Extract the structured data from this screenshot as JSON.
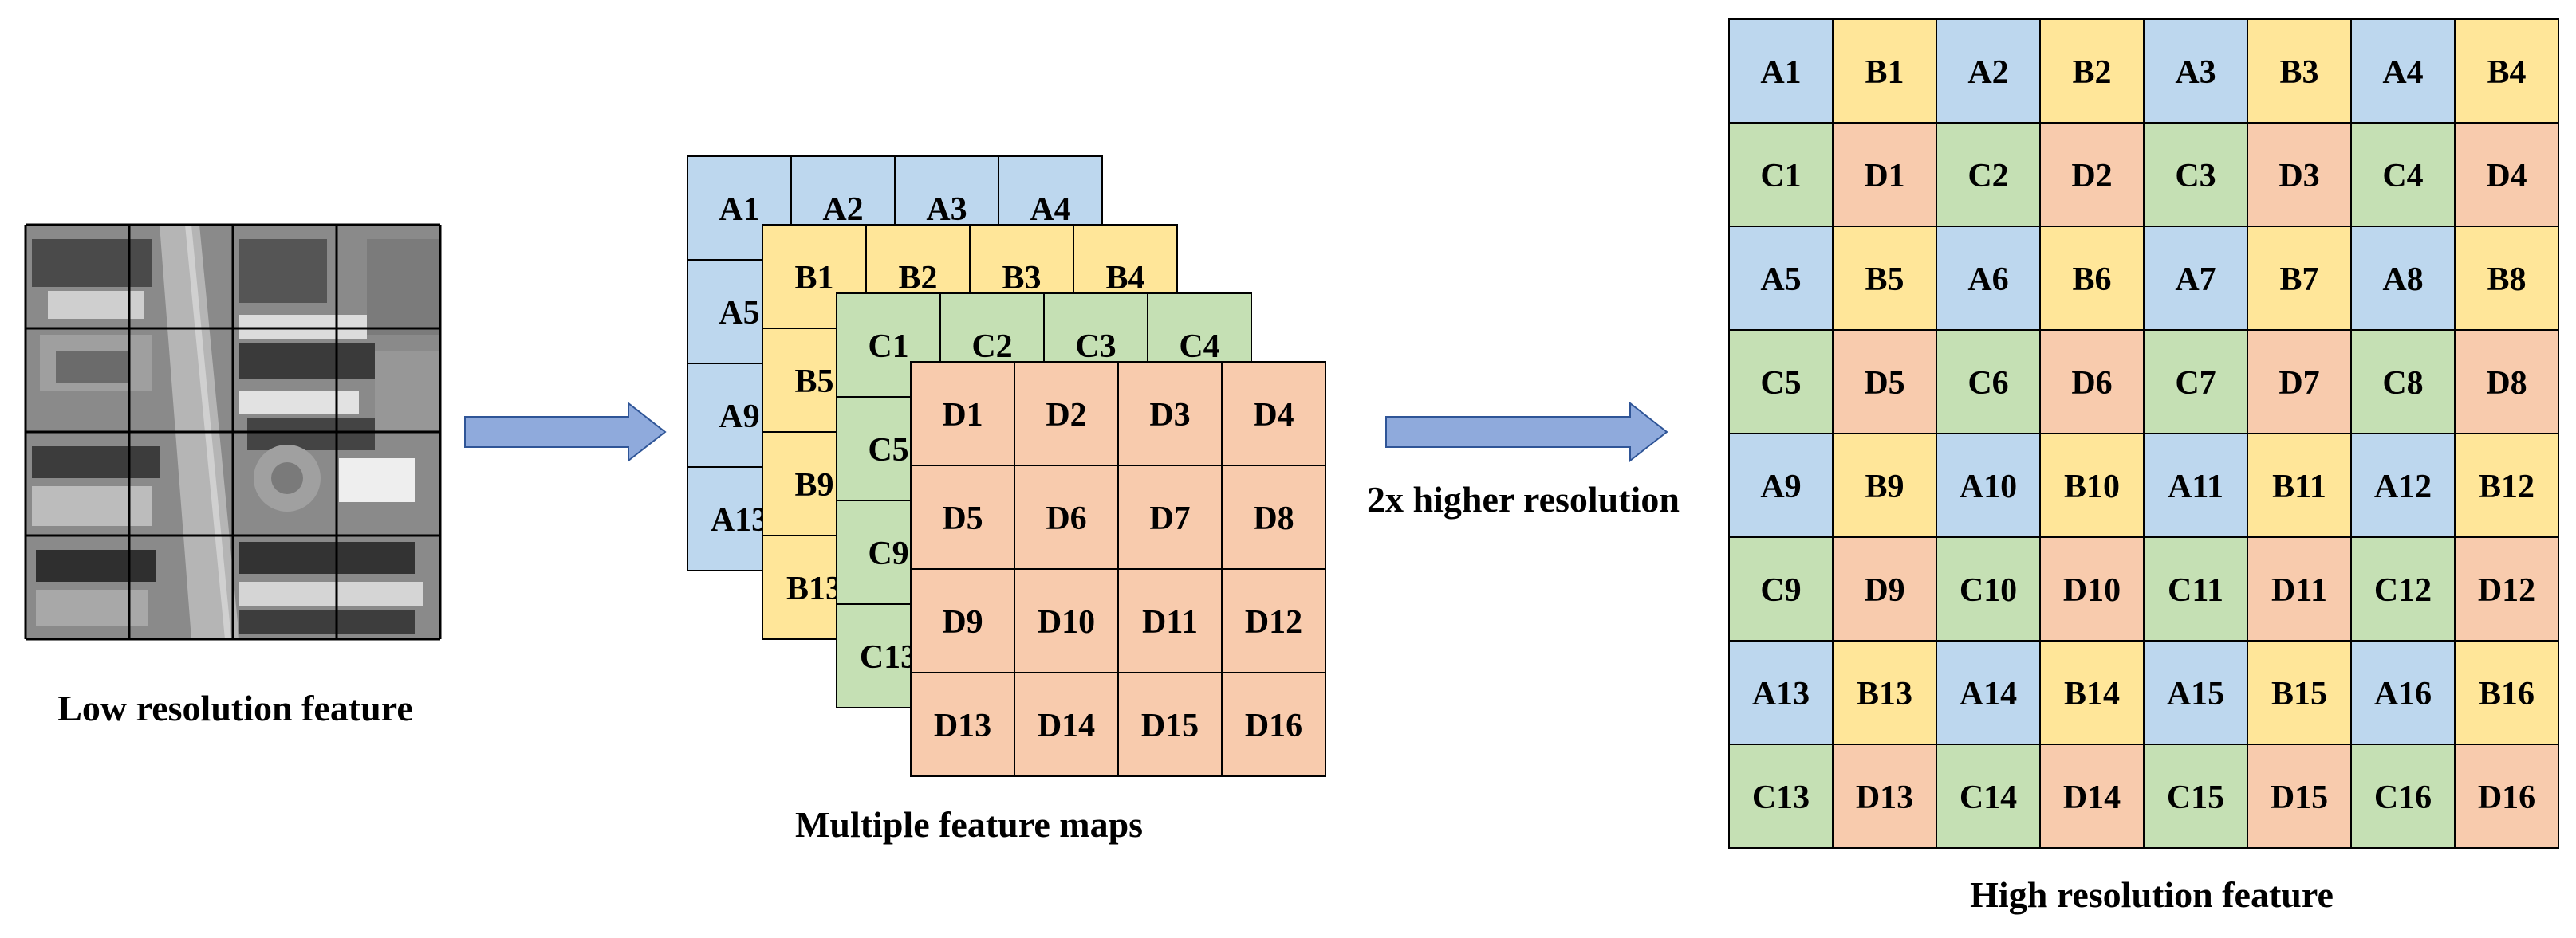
{
  "colors": {
    "A": "#bdd7ee",
    "B": "#ffe699",
    "C": "#c5e0b4",
    "D": "#f8cbad",
    "arrow": "#8faadc",
    "arrow_stroke": "#2f5597",
    "grid_line": "#000000"
  },
  "captions": {
    "low": "Low resolution feature",
    "multiple": "Multiple feature maps",
    "upscale": "2x higher resolution",
    "high": "High resolution feature"
  },
  "layers": [
    {
      "group": "A",
      "cells": [
        "A1",
        "A2",
        "A3",
        "A4",
        "A5",
        "A6",
        "A7",
        "A8",
        "A9",
        "A10",
        "A11",
        "A12",
        "A13",
        "A14",
        "A15",
        "A16"
      ]
    },
    {
      "group": "B",
      "cells": [
        "B1",
        "B2",
        "B3",
        "B4",
        "B5",
        "B6",
        "B7",
        "B8",
        "B9",
        "B10",
        "B11",
        "B12",
        "B13",
        "B14",
        "B15",
        "B16"
      ]
    },
    {
      "group": "C",
      "cells": [
        "C1",
        "C2",
        "C3",
        "C4",
        "C5",
        "C6",
        "C7",
        "C8",
        "C9",
        "C10",
        "C11",
        "C12",
        "C13",
        "C14",
        "C15",
        "C16"
      ]
    },
    {
      "group": "D",
      "cells": [
        "D1",
        "D2",
        "D3",
        "D4",
        "D5",
        "D6",
        "D7",
        "D8",
        "D9",
        "D10",
        "D11",
        "D12",
        "D13",
        "D14",
        "D15",
        "D16"
      ]
    }
  ],
  "high_res_grid": [
    [
      "A1",
      "B1",
      "A2",
      "B2",
      "A3",
      "B3",
      "A4",
      "B4"
    ],
    [
      "C1",
      "D1",
      "C2",
      "D2",
      "C3",
      "D3",
      "C4",
      "D4"
    ],
    [
      "A5",
      "B5",
      "A6",
      "B6",
      "A7",
      "B7",
      "A8",
      "B8"
    ],
    [
      "C5",
      "D5",
      "C6",
      "D6",
      "C7",
      "D7",
      "C8",
      "D8"
    ],
    [
      "A9",
      "B9",
      "A10",
      "B10",
      "A11",
      "B11",
      "A12",
      "B12"
    ],
    [
      "C9",
      "D9",
      "C10",
      "D10",
      "C11",
      "D11",
      "C12",
      "D12"
    ],
    [
      "A13",
      "B13",
      "A14",
      "B14",
      "A15",
      "B15",
      "A16",
      "B16"
    ],
    [
      "C13",
      "D13",
      "C14",
      "D14",
      "C15",
      "D15",
      "C16",
      "D16"
    ]
  ]
}
